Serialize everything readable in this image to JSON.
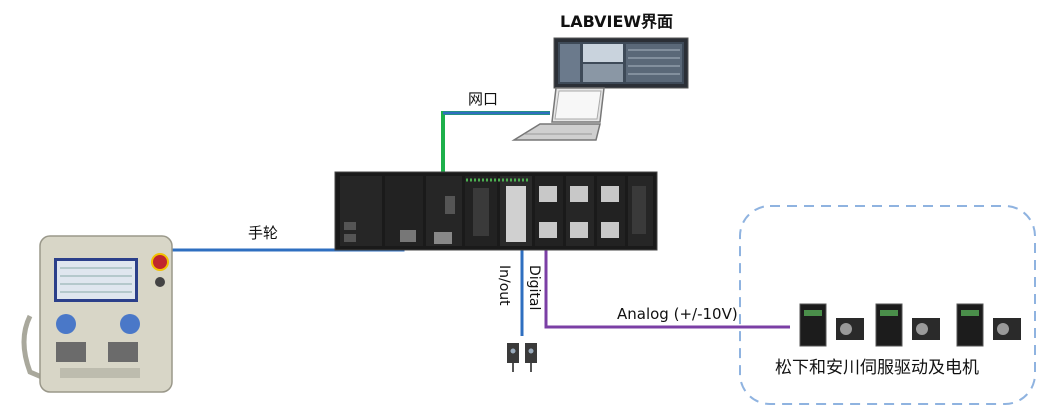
{
  "labels": {
    "labview_ui": "LABVIEW界面",
    "network_port": "网口",
    "handwheel": "手轮",
    "digital": "Digital",
    "in_out": "In/out",
    "analog": "Analog (+/-10V)",
    "servo_group": "松下和安川伺服驱动及电机"
  },
  "colors": {
    "network_line": "#1db04a",
    "handwheel_line": "#2f6fc0",
    "io_line": "#2f6fc0",
    "analog_line": "#7b3fa5",
    "group_border": "#8fb3e0",
    "plc_body": "#1a1a1a",
    "pendant_body": "#d8d6c7"
  },
  "icons": {
    "monitor": "labview-monitor-icon",
    "laptop": "laptop-icon",
    "plc": "plc-controller-icon",
    "pendant": "teach-pendant-icon",
    "sensors": "photoelectric-sensor-icon",
    "servo_drive": "servo-drive-icon",
    "servo_motor": "servo-motor-icon"
  }
}
